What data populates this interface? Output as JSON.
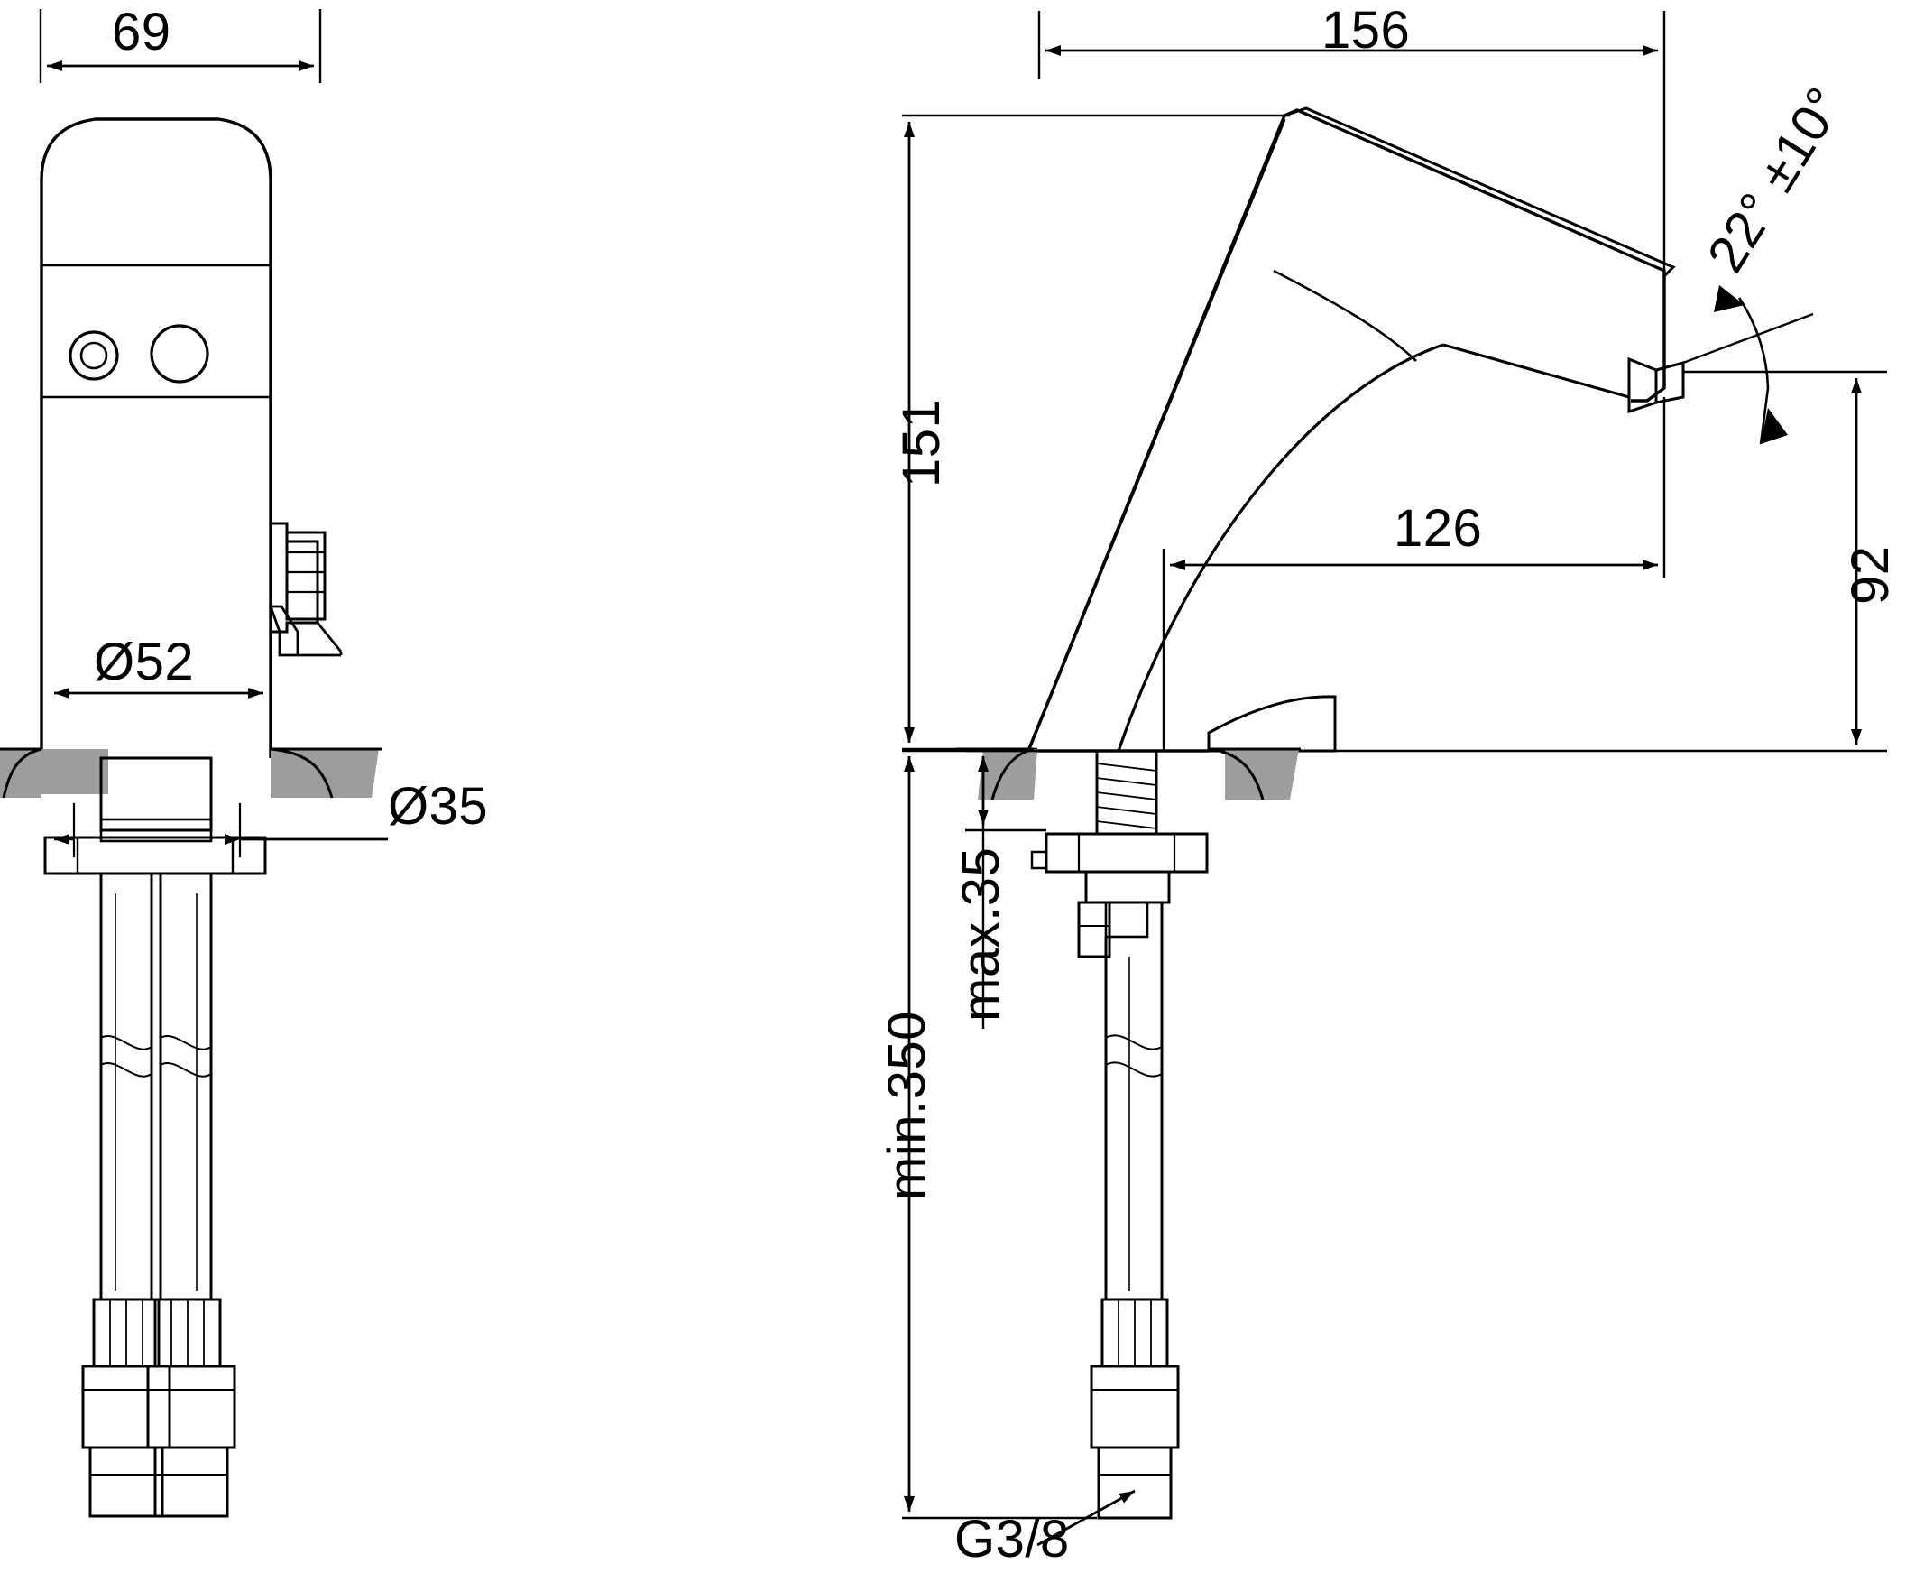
{
  "drawing": {
    "title": "Technical dimension drawing of an electronic sensor basin faucet",
    "views": [
      {
        "name": "front-view",
        "label": ""
      },
      {
        "name": "side-view",
        "label": ""
      }
    ],
    "dimensions": {
      "front_width_top": "69",
      "front_diameter_body": "Ø52",
      "front_hole_diameter": "Ø35",
      "side_total_length": "156",
      "side_height": "151",
      "side_spout_reach": "126",
      "side_outlet_height": "92",
      "side_angle": "22° ±10°",
      "side_max_thickness": "max.35",
      "side_min_hose_length": "min.350",
      "side_thread": "G3/8"
    },
    "colors": {
      "line": "#000000",
      "counter_fill": "#9d9d9d",
      "background": "#ffffff"
    }
  }
}
